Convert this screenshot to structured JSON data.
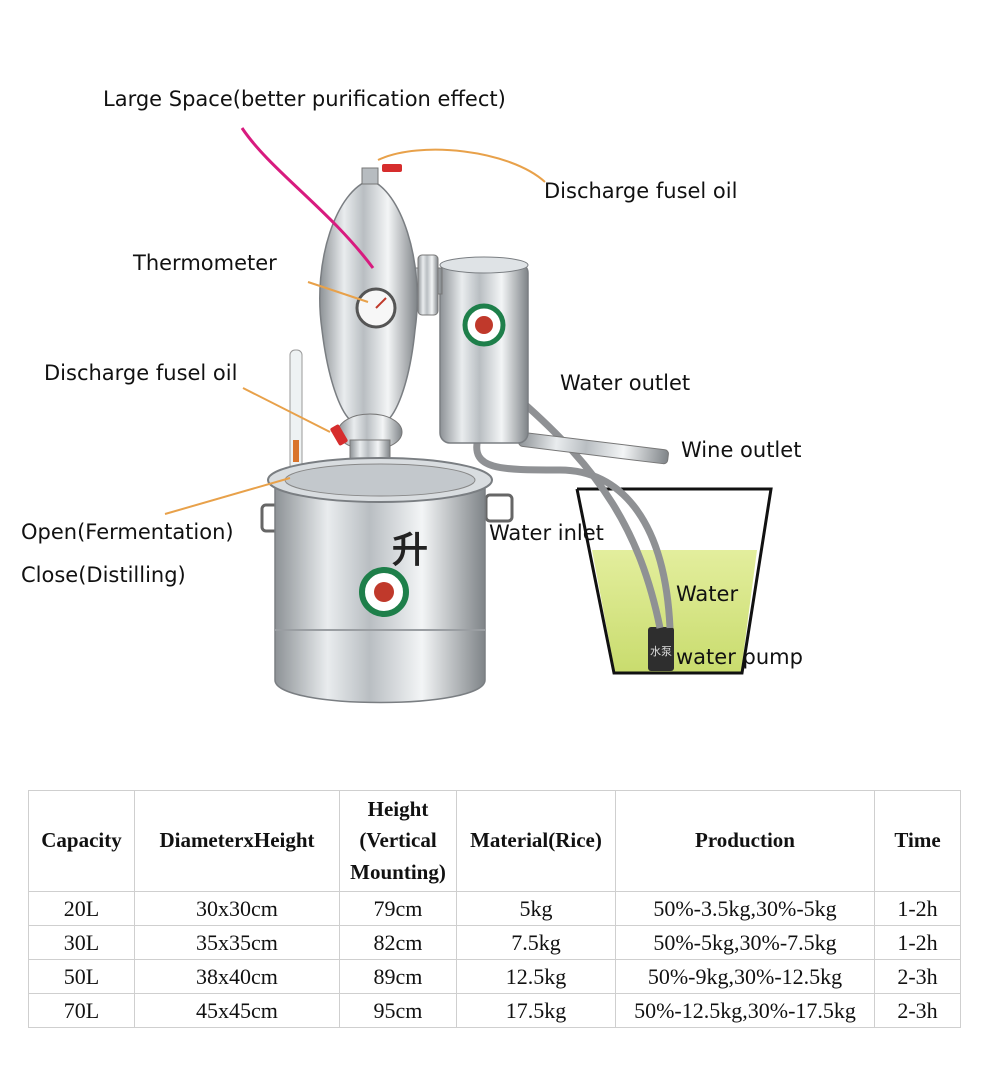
{
  "labels": {
    "large_space": "Large Space(better purification effect)",
    "discharge_top": "Discharge fusel oil",
    "thermometer": "Thermometer",
    "discharge_left": "Discharge fusel oil",
    "open_fermentation": "Open(Fermentation)",
    "close_distilling": "Close(Distilling)",
    "water_outlet": "Water outlet",
    "wine_outlet": "Wine outlet",
    "water_inlet": "Water inlet",
    "water": "Water",
    "water_pump": "water pump"
  },
  "logo_text": "升",
  "pump_text": "水泵",
  "colors": {
    "steel": "#cfd3d6",
    "water_fill": "#d6e58a",
    "pink_line": "#d81b7f",
    "orange_line": "#e8a14a",
    "logo_ring": "#1e7f4a",
    "logo_center": "#c0392b"
  },
  "table": {
    "headers": [
      "Capacity",
      "DiameterxHeight",
      "Height (Vertical Mounting)",
      "Material(Rice)",
      "Production",
      "Time"
    ],
    "rows": [
      [
        "20L",
        "30x30cm",
        "79cm",
        "5kg",
        "50%-3.5kg,30%-5kg",
        "1-2h"
      ],
      [
        "30L",
        "35x35cm",
        "82cm",
        "7.5kg",
        "50%-5kg,30%-7.5kg",
        "1-2h"
      ],
      [
        "50L",
        "38x40cm",
        "89cm",
        "12.5kg",
        "50%-9kg,30%-12.5kg",
        "2-3h"
      ],
      [
        "70L",
        "45x45cm",
        "95cm",
        "17.5kg",
        "50%-12.5kg,30%-17.5kg",
        "2-3h"
      ]
    ]
  }
}
